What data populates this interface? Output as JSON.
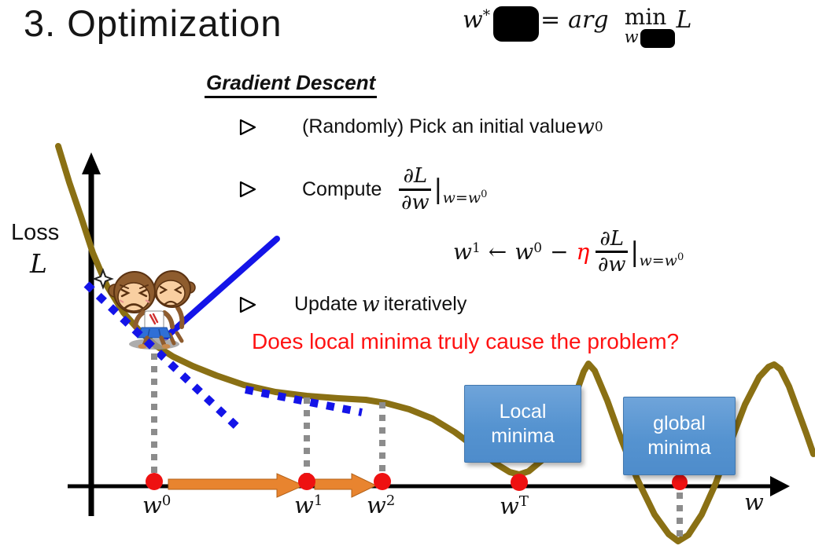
{
  "slide": {
    "title": "3. Optimization",
    "heading": "Gradient Descent",
    "question": "Does local minima truly cause the problem?"
  },
  "top_formula": {
    "lhs_base": "w",
    "lhs_sup": "*",
    "equals": "=",
    "arg": "arg",
    "min": "min",
    "min_sub": "w",
    "loss": "L"
  },
  "bullet1": {
    "text": "(Randomly) Pick an initial value ",
    "var_base": "w",
    "var_sup": "0"
  },
  "bullet2": {
    "label": "Compute",
    "frac_num": "∂L",
    "frac_den": "∂w",
    "eval_bar": "|",
    "eval_sub": "w=w",
    "eval_sub_sup": "0"
  },
  "update_formula": {
    "lhs_base": "w",
    "lhs_sup": "1",
    "assign": "←",
    "rhs_base": "w",
    "rhs_sup": "0",
    "minus": "−",
    "eta": "η",
    "frac_num": "∂L",
    "frac_den": "∂w",
    "eval_bar": "|",
    "eval_sub": "w=w",
    "eval_sub_sup": "0"
  },
  "bullet3": {
    "pre": "Update ",
    "var": "w",
    "post": " iteratively"
  },
  "chart": {
    "y_axis_label": "Loss",
    "y_axis_symbol": "L",
    "x_axis_label": "w",
    "tick_labels": [
      {
        "base": "w",
        "sup": "0"
      },
      {
        "base": "w",
        "sup": "1"
      },
      {
        "base": "w",
        "sup": "2"
      },
      {
        "base": "w",
        "sup": "T"
      }
    ],
    "local_minima_box": {
      "line1": "Local",
      "line2": "minima"
    },
    "global_minima_box": {
      "line1": "global",
      "line2": "minima"
    }
  },
  "colors": {
    "curve": "#8a7014",
    "tangent_blue": "#1414e8",
    "guide_gray": "#8c8c8c",
    "step_arrow_orange": "#e8842f",
    "step_arrow_edge": "#b26017",
    "point_red": "#ee1111",
    "axis_black": "#000000",
    "box_blue_top": "#6fa4da",
    "box_blue_bottom": "#4e8ccb",
    "question_red": "#ff1212",
    "eta_red": "#ff0000"
  }
}
